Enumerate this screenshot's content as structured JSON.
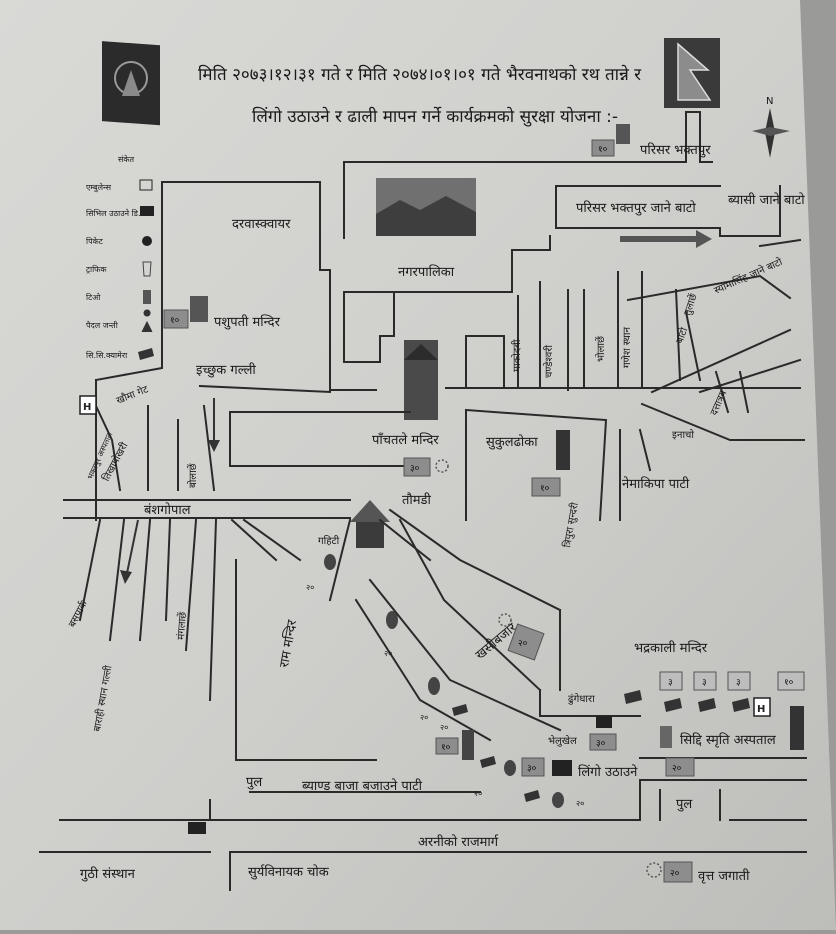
{
  "header": {
    "title_line1": "मिति २०७३।१२।३१ गते र मिति २०७४।०१।०१ गते भैरवनाथको रथ तान्ने र",
    "title_line2": "लिंगो उठाउने र ढाली मापन गर्ने कार्यक्रमको सुरक्षा योजना :-"
  },
  "compass": {
    "label": "N"
  },
  "legend": {
    "title": "संकेत",
    "items": [
      {
        "label": "एम्बुलेन्स",
        "icon": "ambulance-icon"
      },
      {
        "label": "सिभिल उठाउने डि.",
        "icon": "flag-icon"
      },
      {
        "label": "पिकेट",
        "icon": "picket-dot-icon"
      },
      {
        "label": "ट्राफिक",
        "icon": "traffic-icon"
      },
      {
        "label": "टिओ",
        "icon": "officer-icon"
      },
      {
        "label": "पैदल जन्ती",
        "icon": "person-icon"
      },
      {
        "label": "सि.सि.क्यामेरा",
        "icon": "cctv-camera-icon"
      }
    ]
  },
  "places": {
    "durbar_square": "दरवास्क्वायर",
    "nagarpalika": "नगरपालिका",
    "pashupati": "पशुपती मन्दिर",
    "khauma_gate": "खौमा गेट",
    "ichhuk_galli": "इच्छुक गल्ली",
    "hospital_road": "भक्तपुर अस्पताल",
    "tikhapokhari": "तिखापोखरी",
    "bolachhe": "बोलाछें",
    "bansagopal": "बंशगोपाल",
    "basapark": "बसपार्क",
    "barahi_galli": "बाराही स्थान गल्ली",
    "mangalachhe": "मंगलाछें",
    "ram_mandir": "राम मन्दिर",
    "gahiti": "गहिटी",
    "pachtale": "पाँचतले मन्दिर",
    "taumadi": "तौमडी",
    "sukuldhoka": "सुकुलढोका",
    "tripura_sundari": "त्रिपुरा सुन्दरी",
    "nemakipa_pati": "नेमाकिपा पाटी",
    "makodabi": "माकोदबी",
    "chaudabhadri": "चण्डेश्वरी",
    "bholachhe": "भोलाछें",
    "ganesh_sthan": "गणेश स्थान",
    "inachho": "इनाचो",
    "dattatraya": "दत्तात्रय",
    "tulachhe": "तुलाछें",
    "bato": "बाटो",
    "parisar_bhaktapur": "परिसर भक्तपुर",
    "parisar_road": "परिसर भक्तपुर जाने बाटो",
    "byasi_road": "ब्यासी जाने बाटो",
    "syamasingh_road": "स्यामासिंह जाने बाटो",
    "khasibajar": "खसीबजार",
    "dhungedhara": "ढुंगेधारा",
    "bhelukhel": "भेलुखेल",
    "lingo_uthaune": "लिंगो उठाउने",
    "bhadrakali": "भद्रकाली मन्दिर",
    "siddhi_hospital": "सिद्दि स्मृति अस्पताल",
    "band_baja_pati": "ब्याण्ड बाजा बजाउने पाटी",
    "pul_left": "पुल",
    "pul_right": "पुल",
    "araniko": "अरनीको राजमार्ग",
    "guthi": "गुठी संस्थान",
    "suryabinayak": "सुर्यविनायक चोक",
    "bhrikuti_jagati": "वृत्त जगाती"
  },
  "badges": {
    "pashupati": "१०",
    "parisar": "१०",
    "pachtale": "३०",
    "sukuldhoka": "१०",
    "khasibajar": "२०",
    "bhelukhel": "३०",
    "band_left": "१०",
    "band_right": "३०",
    "bhadrakali_1": "३",
    "bhadrakali_2": "३",
    "bhadrakali_3": "३",
    "bhadrakali_4": "१०",
    "hospital": "२०",
    "bhrikuti": "२०"
  },
  "picket_counts": {
    "p1": "२०",
    "p2": "२०",
    "p3": "२०",
    "p4": "२०",
    "p5": "२०",
    "p6": "२०"
  }
}
